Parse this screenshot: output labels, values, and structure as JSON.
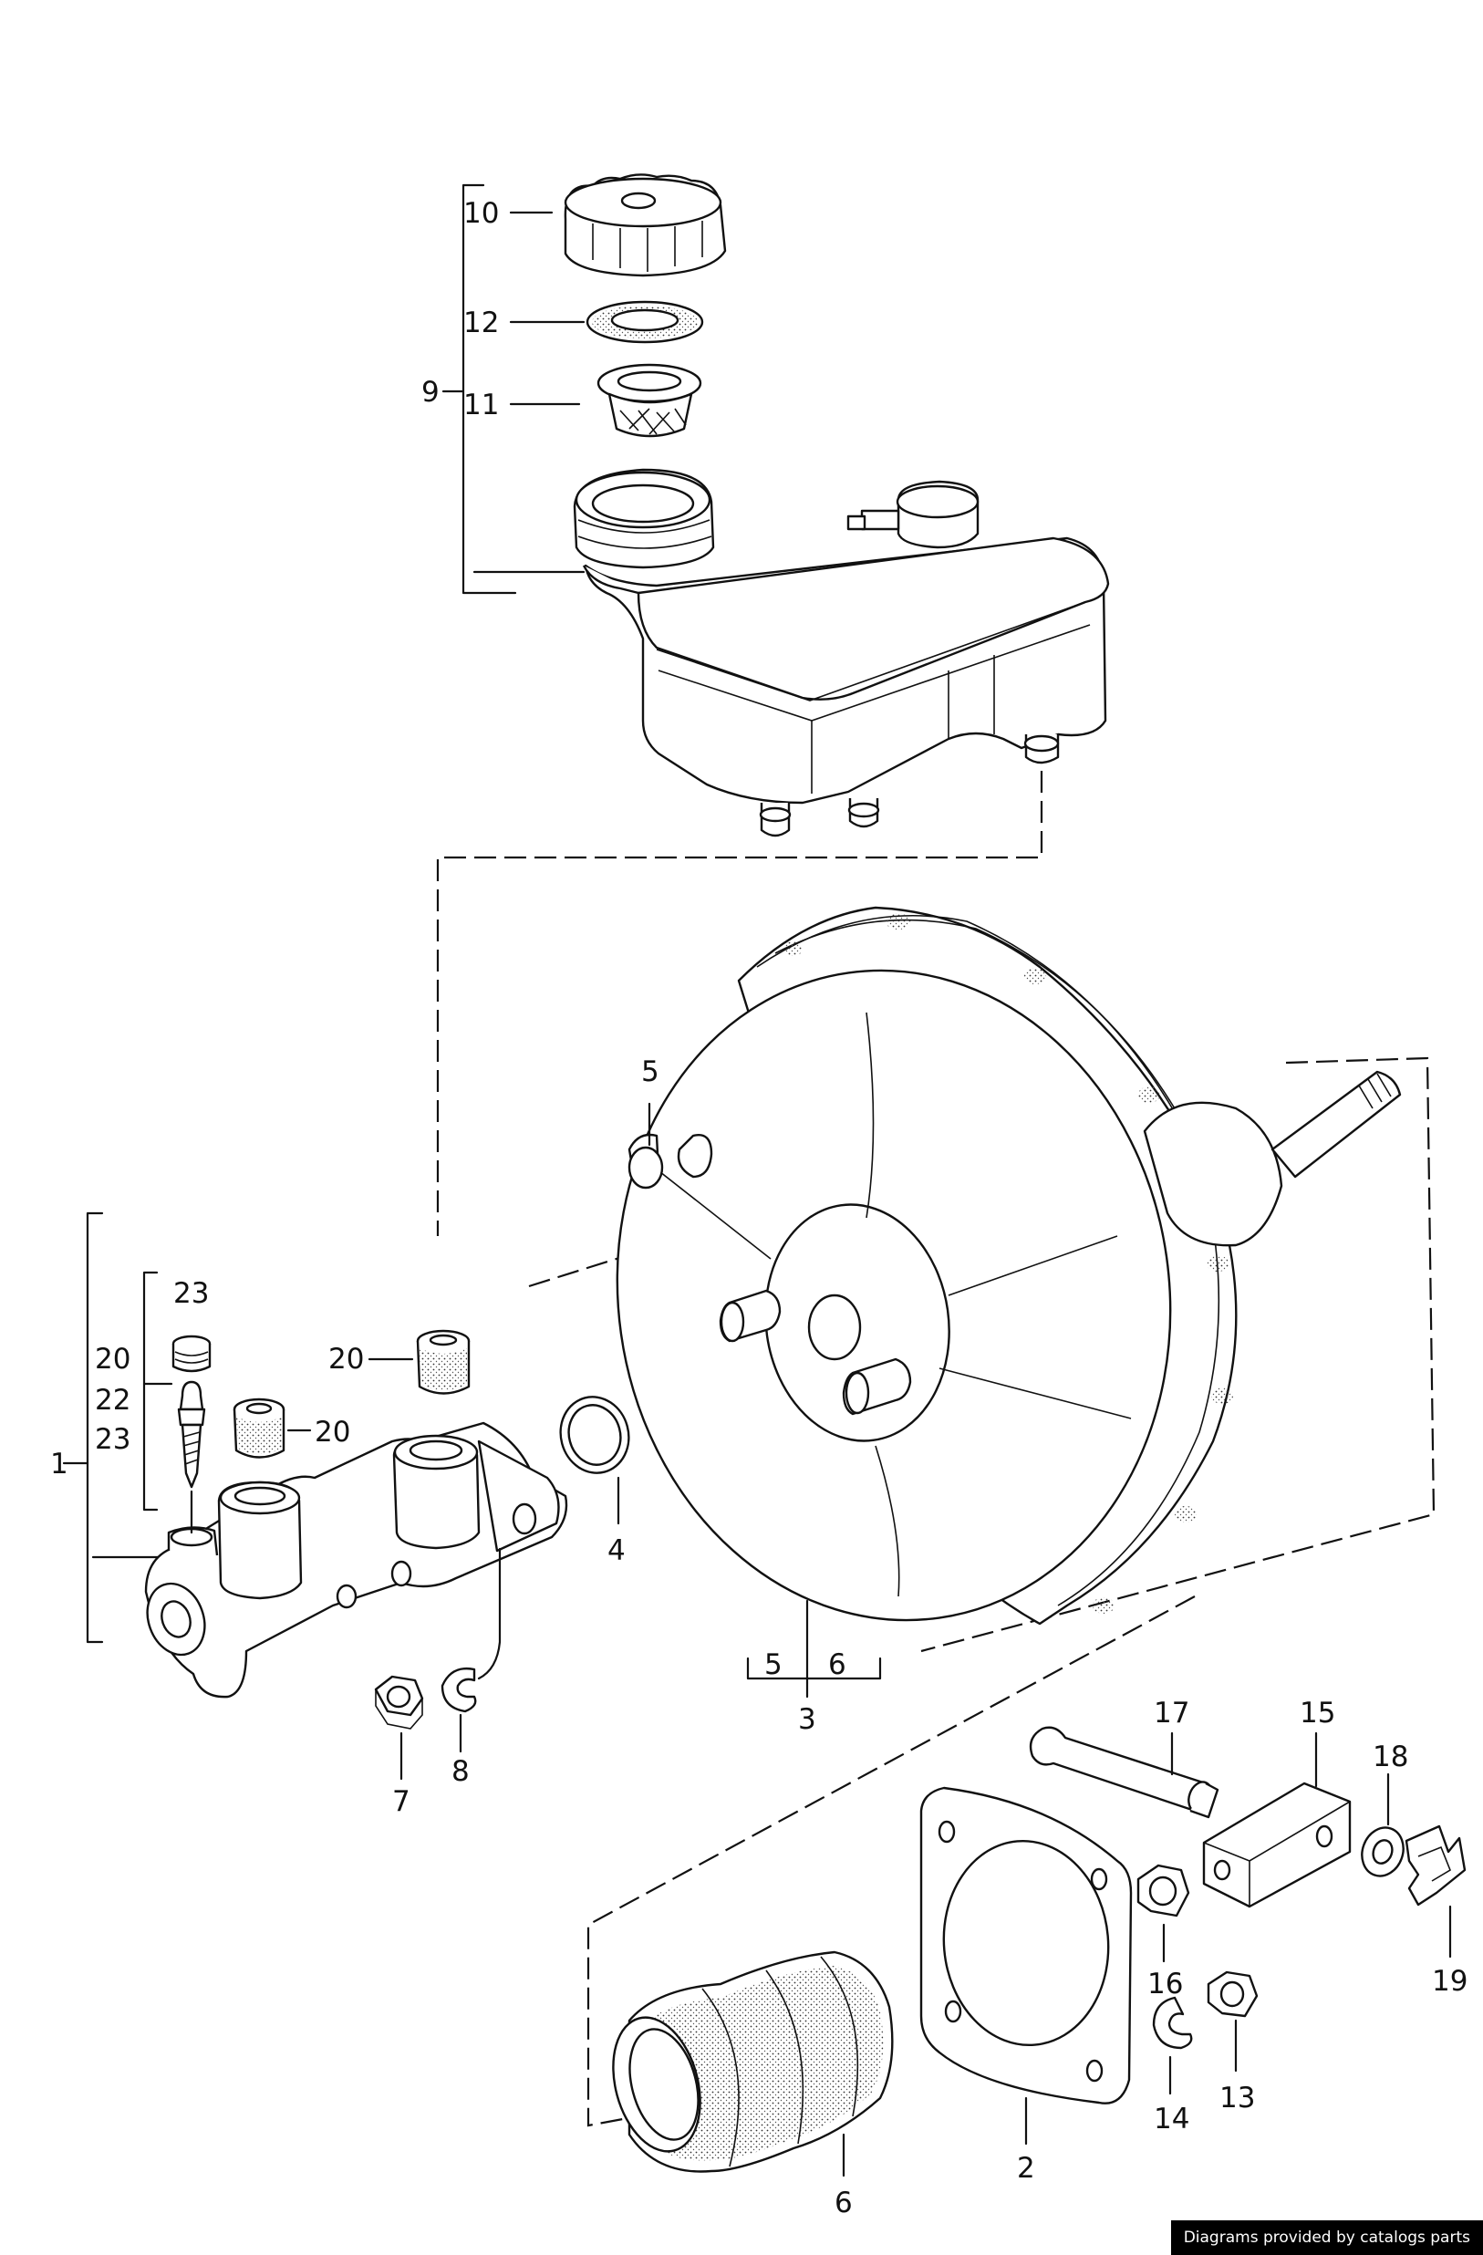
{
  "labels": {
    "p10": "10",
    "p12": "12",
    "p9": "9",
    "p11": "11",
    "p5a": "5",
    "p23a": "23",
    "p20a": "20",
    "p22": "22",
    "p23b": "23",
    "p1": "1",
    "p20b": "20",
    "p20c": "20",
    "p4": "4",
    "p7": "7",
    "p8": "8",
    "p5b": "5",
    "p6a": "6",
    "p3": "3",
    "p17": "17",
    "p15": "15",
    "p18": "18",
    "p16": "16",
    "p19": "19",
    "p14": "14",
    "p13": "13",
    "p6b": "6",
    "p2": "2"
  },
  "credit": "Diagrams provided by catalogs parts"
}
